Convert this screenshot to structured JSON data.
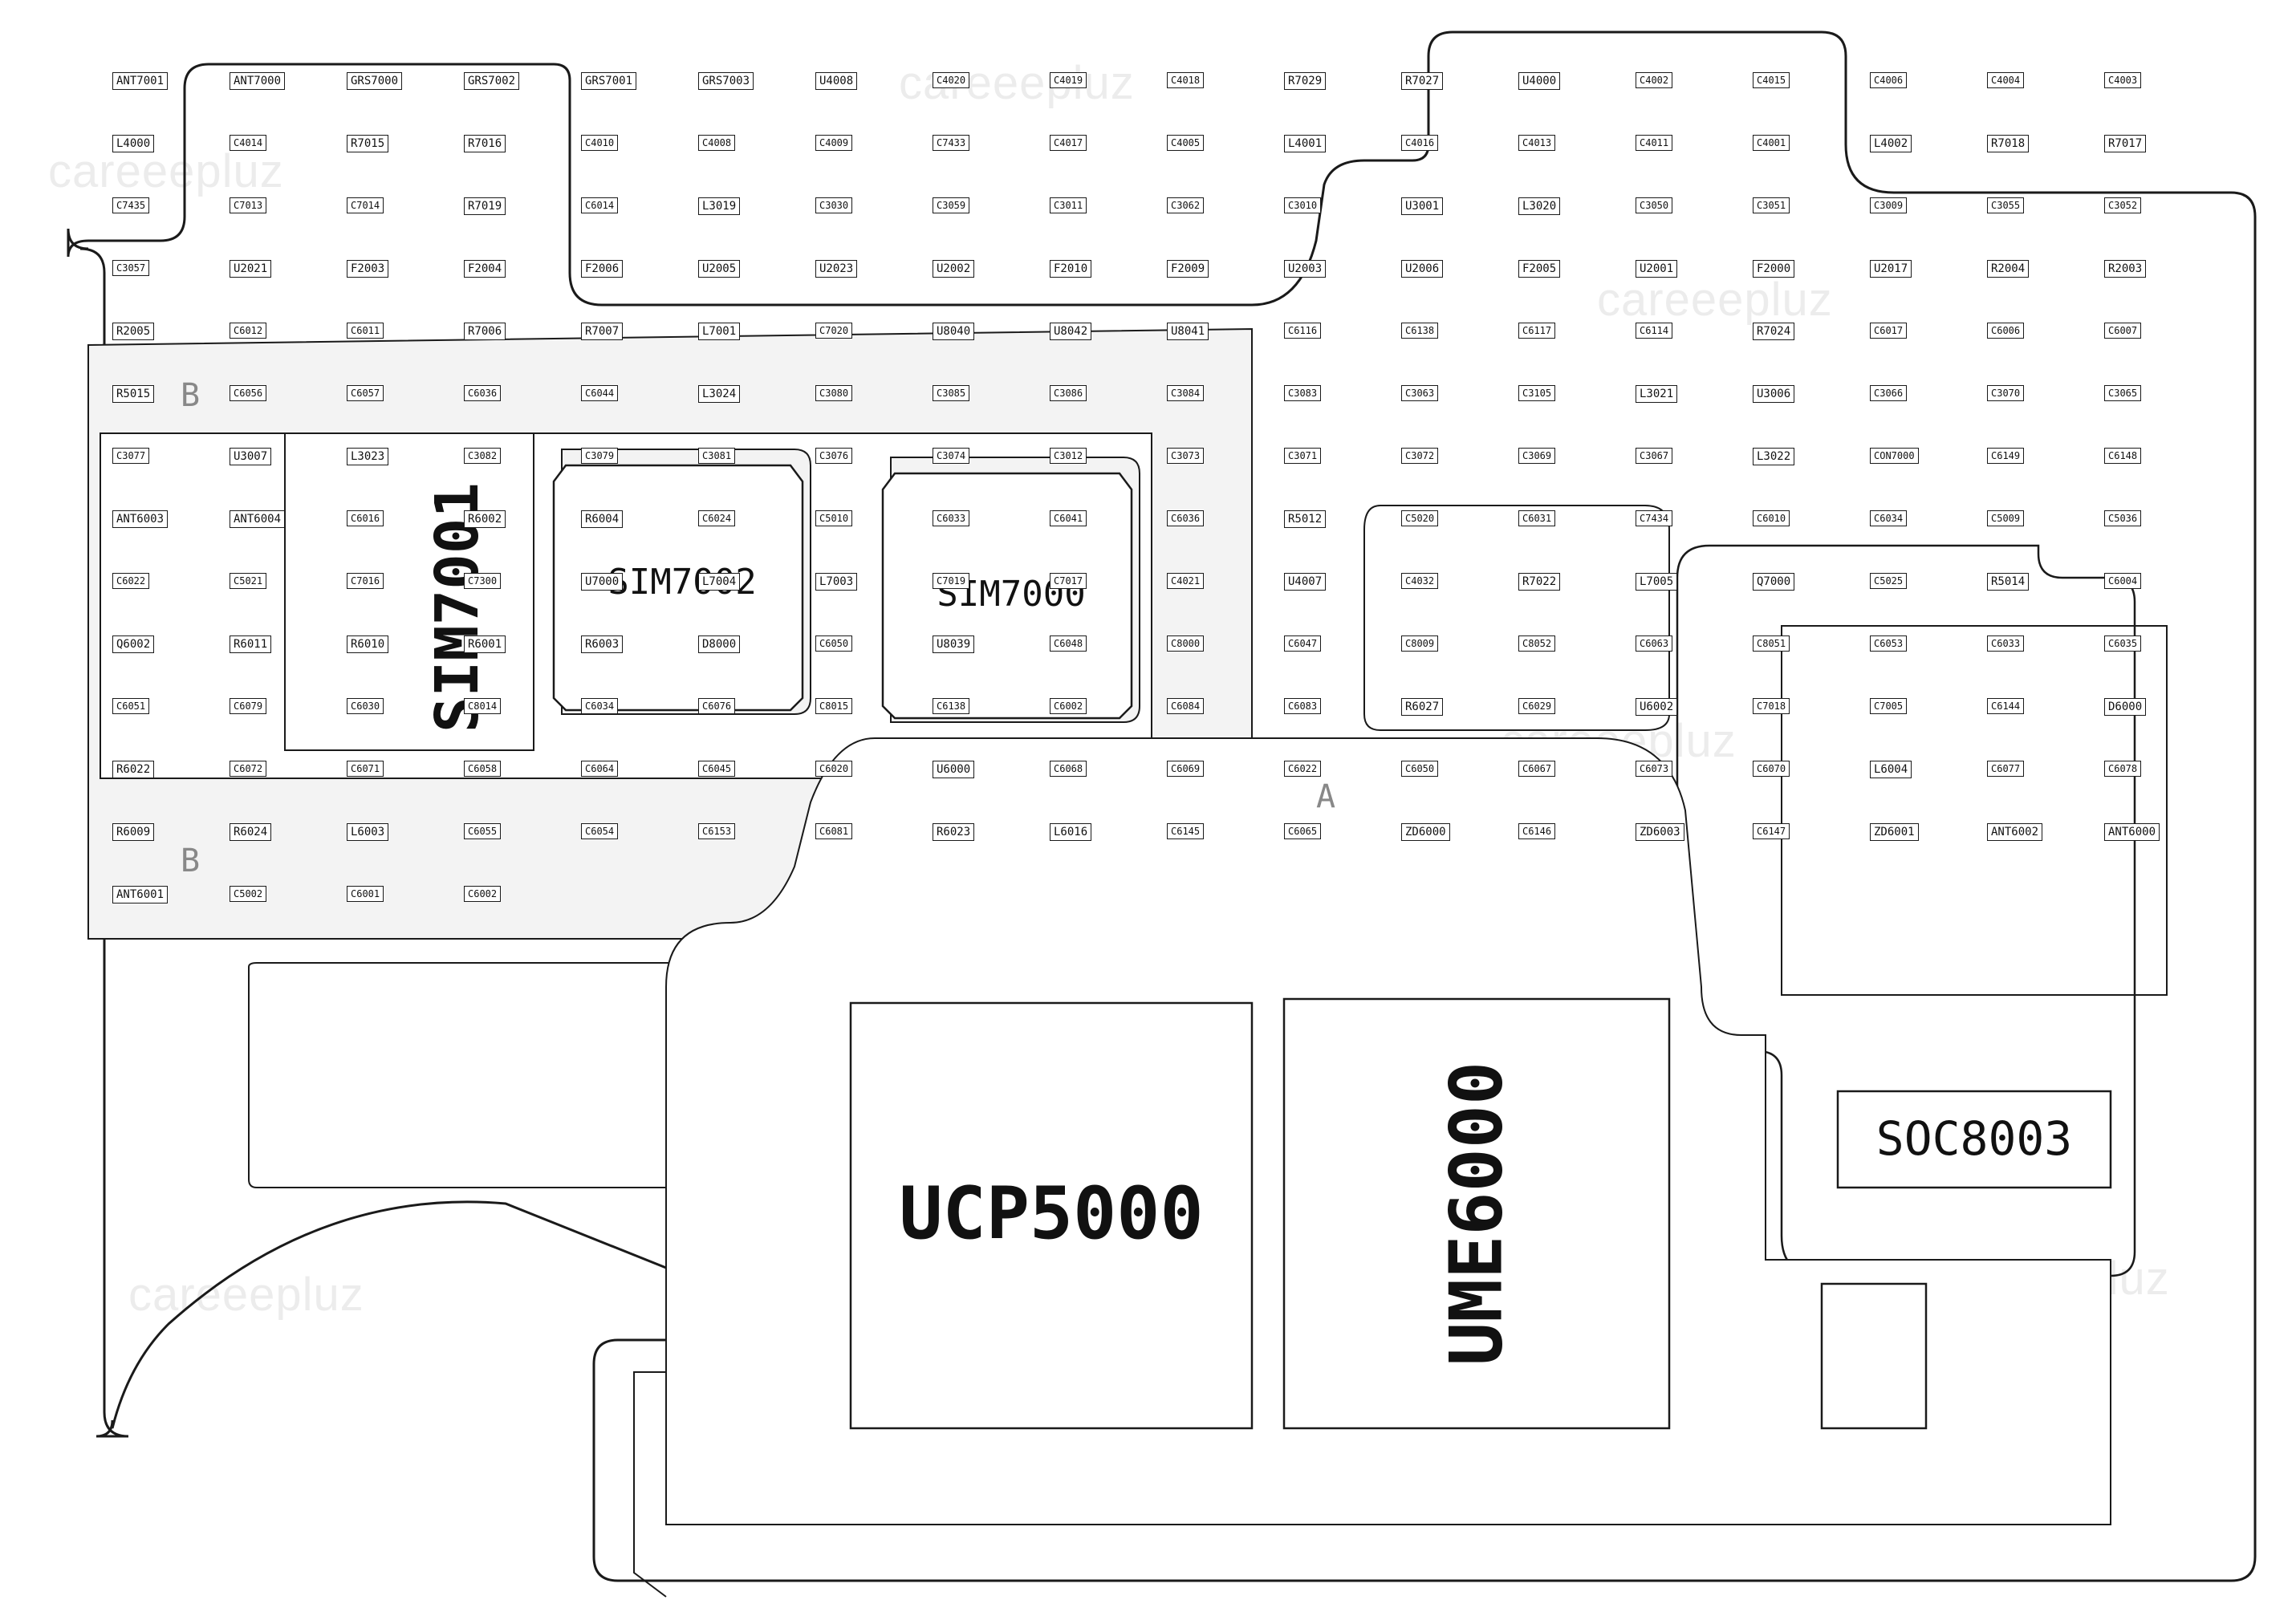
{
  "colors": {
    "outline": "#1a1a1a",
    "shield": "#f3f3f3",
    "pad": "#ffffff",
    "dark": "#2a2a2a",
    "grey": "#9a9a9a",
    "watermark": "#ececec"
  },
  "watermark": "careeepluz",
  "big_labels": {
    "sim7001": "SIM7001",
    "sim7002": "SIM7002",
    "sim7000": "SIM7000",
    "ucp5000": "UCP5000",
    "ume6000": "UME6000",
    "soc8003": "SOC8003",
    "b_top": "B",
    "b_bottom": "B",
    "a_mark": "A"
  },
  "parts": [
    "ANT7001",
    "ANT7000",
    "GRS7000",
    "GRS7002",
    "GRS7001",
    "GRS7003",
    "U4008",
    "C4020",
    "C4019",
    "C4018",
    "R7029",
    "R7027",
    "U4000",
    "C4002",
    "C4015",
    "C4006",
    "C4004",
    "C4003",
    "L4000",
    "C4014",
    "R7015",
    "R7016",
    "C4010",
    "C4008",
    "C4009",
    "C7433",
    "C4017",
    "C4005",
    "L4001",
    "C4016",
    "C4013",
    "C4011",
    "C4001",
    "L4002",
    "R7018",
    "R7017",
    "C7435",
    "C7013",
    "C7014",
    "R7019",
    "C6014",
    "L3019",
    "C3030",
    "C3059",
    "C3011",
    "C3062",
    "C3010",
    "U3001",
    "L3020",
    "C3050",
    "C3051",
    "C3009",
    "C3055",
    "C3052",
    "C3057",
    "U2021",
    "F2003",
    "F2004",
    "F2006",
    "U2005",
    "U2023",
    "U2002",
    "F2010",
    "F2009",
    "U2003",
    "U2006",
    "F2005",
    "U2001",
    "F2000",
    "U2017",
    "R2004",
    "R2003",
    "R2005",
    "C6012",
    "C6011",
    "R7006",
    "R7007",
    "L7001",
    "C7020",
    "U8040",
    "U8042",
    "U8041",
    "C6116",
    "C6138",
    "C6117",
    "C6114",
    "R7024",
    "C6017",
    "C6006",
    "C6007",
    "R5015",
    "C6056",
    "C6057",
    "C6036",
    "C6044",
    "L3024",
    "C3080",
    "C3085",
    "C3086",
    "C3084",
    "C3083",
    "C3063",
    "C3105",
    "L3021",
    "U3006",
    "C3066",
    "C3070",
    "C3065",
    "C3077",
    "U3007",
    "L3023",
    "C3082",
    "C3079",
    "C3081",
    "C3076",
    "C3074",
    "C3012",
    "C3073",
    "C3071",
    "C3072",
    "C3069",
    "C3067",
    "L3022",
    "CON7000",
    "C6149",
    "C6148",
    "ANT6003",
    "ANT6004",
    "C6016",
    "R6002",
    "R6004",
    "C6024",
    "C5010",
    "C6033",
    "C6041",
    "C6036",
    "R5012",
    "C5020",
    "C6031",
    "C7434",
    "C6010",
    "C6034",
    "C5009",
    "C5036",
    "C6022",
    "C5021",
    "C7016",
    "C7300",
    "U7000",
    "L7004",
    "L7003",
    "C7019",
    "C7017",
    "C4021",
    "U4007",
    "C4032",
    "R7022",
    "L7005",
    "Q7000",
    "C5025",
    "R5014",
    "C6004",
    "Q6002",
    "R6011",
    "R6010",
    "R6001",
    "R6003",
    "D8000",
    "C6050",
    "U8039",
    "C6048",
    "C8000",
    "C6047",
    "C8009",
    "C8052",
    "C6063",
    "C8051",
    "C6053",
    "C6033",
    "C6035",
    "C6051",
    "C6079",
    "C6030",
    "C8014",
    "C6034",
    "C6076",
    "C8015",
    "C6138",
    "C6002",
    "C6084",
    "C6083",
    "R6027",
    "C6029",
    "U6002",
    "C7018",
    "C7005",
    "C6144",
    "D6000",
    "R6022",
    "C6072",
    "C6071",
    "C6058",
    "C6064",
    "C6045",
    "C6020",
    "U6000",
    "C6068",
    "C6069",
    "C6022",
    "C6050",
    "C6067",
    "C6073",
    "C6070",
    "L6004",
    "C6077",
    "C6078",
    "R6009",
    "R6024",
    "L6003",
    "C6055",
    "C6054",
    "C6153",
    "C6081",
    "R6023",
    "L6016",
    "C6145",
    "C6065",
    "ZD6000",
    "C6146",
    "ZD6003",
    "C6147",
    "ZD6001",
    "ANT6002",
    "ANT6000",
    "ANT6001",
    "C5002",
    "C6001",
    "C6002"
  ]
}
